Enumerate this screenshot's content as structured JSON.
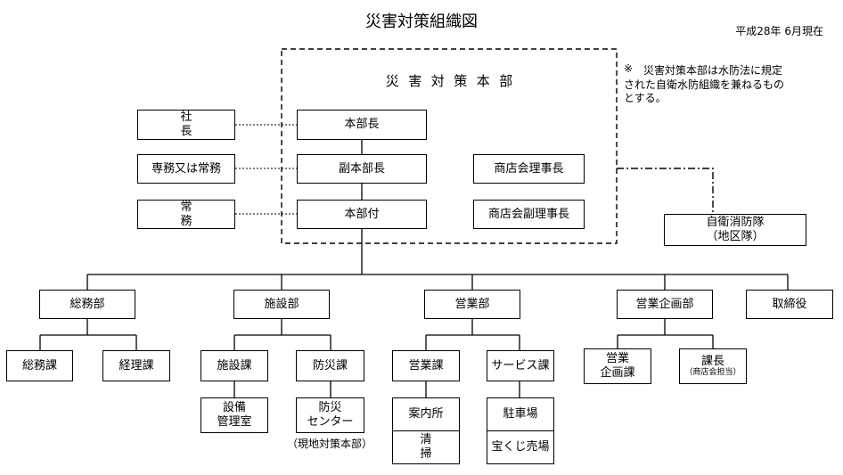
{
  "header": {
    "title": "災害対策組織図",
    "date": "平成28年 6月現在",
    "note_marker": "※",
    "note_lines": [
      "災害対策本部は水防法に規定",
      "された自衛水防組織を兼ねるもの",
      "とする。"
    ]
  },
  "hq": {
    "title": "災害対策本部",
    "chief": "本部長",
    "deputy": "副本部長",
    "attached": "本部付",
    "assoc_chair": "商店会理事長",
    "assoc_vice": "商店会副理事長"
  },
  "company": {
    "president": "社　長",
    "exec": "専務又は常務",
    "managing": "常　務"
  },
  "brigade": {
    "name": "自衛消防隊",
    "sub": "（地区隊）"
  },
  "departments": {
    "soumu": {
      "name": "総務部",
      "sections": [
        "総務課",
        "経理課"
      ]
    },
    "shisetsu": {
      "name": "施設部",
      "sections": [
        "施設課",
        "防災課"
      ],
      "facility_room": [
        "設備",
        "管理室"
      ],
      "disaster_center": [
        "防災",
        "センター"
      ],
      "center_note": "（現地対策本部）"
    },
    "eigyo": {
      "name": "営業部",
      "sections": [
        "営業課",
        "サービス課"
      ],
      "sales_units": [
        "案内所",
        "清　掃"
      ],
      "service_units": [
        "駐車場",
        "宝くじ売場"
      ]
    },
    "kikaku": {
      "name": "営業企画部",
      "planning": [
        "営業",
        "企画課"
      ],
      "manager": "課長",
      "manager_note": "（商店会担当）"
    },
    "director": {
      "name": "取締役"
    }
  }
}
